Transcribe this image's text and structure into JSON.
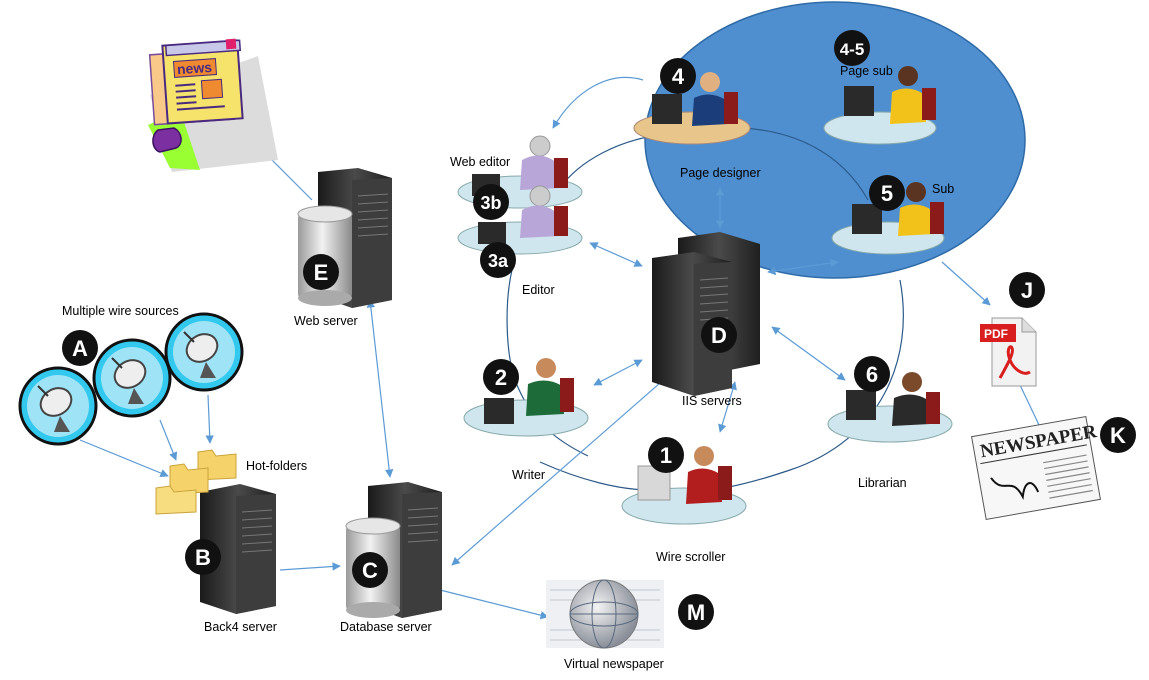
{
  "colors": {
    "oval": "#4f8fd0",
    "badge": "#111111",
    "connector": "#5b9bd5",
    "line": "#2b5a8a",
    "satellite": "#33c9ee",
    "folder": "#f5d36a",
    "server": "#2b2b2b",
    "drum": "#c8c8c8",
    "desk": "#cfe6ee"
  },
  "badges": {
    "A": "A",
    "B": "B",
    "C": "C",
    "D": "D",
    "E": "E",
    "J": "J",
    "K": "K",
    "M": "M",
    "n1": "1",
    "n2": "2",
    "n3a": "3a",
    "n3b": "3b",
    "n4": "4",
    "n45": "4-5",
    "n5": "5",
    "n6": "6"
  },
  "labels": {
    "wire_sources": "Multiple wire sources",
    "hot_folders": "Hot-folders",
    "back4_server": "Back4 server",
    "database_server": "Database server",
    "web_server": "Web server",
    "virtual_newspaper": "Virtual newspaper",
    "web_editor": "Web editor",
    "editor": "Editor",
    "writer": "Writer",
    "wire_scroller": "Wire scroller",
    "iis_servers": "IIS servers",
    "page_designer": "Page designer",
    "page_sub": "Page sub",
    "sub": "Sub",
    "librarian": "Librarian"
  },
  "icons": {
    "news_window": "news-window-icon",
    "pdf": "pdf-document-icon",
    "pdf_text": "PDF",
    "newspaper_text": "NEWSPAPER",
    "news_text": "news"
  }
}
